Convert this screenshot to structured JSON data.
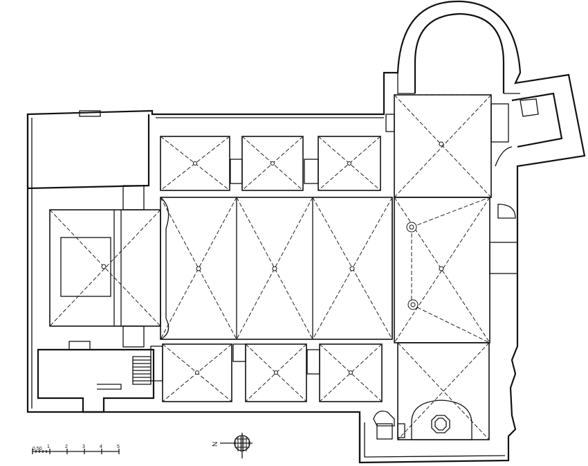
{
  "scale_bar": {
    "labels": [
      "0.50",
      "1",
      "2",
      "3",
      "4",
      "5"
    ]
  },
  "north_arrow": {
    "letter": "N"
  }
}
